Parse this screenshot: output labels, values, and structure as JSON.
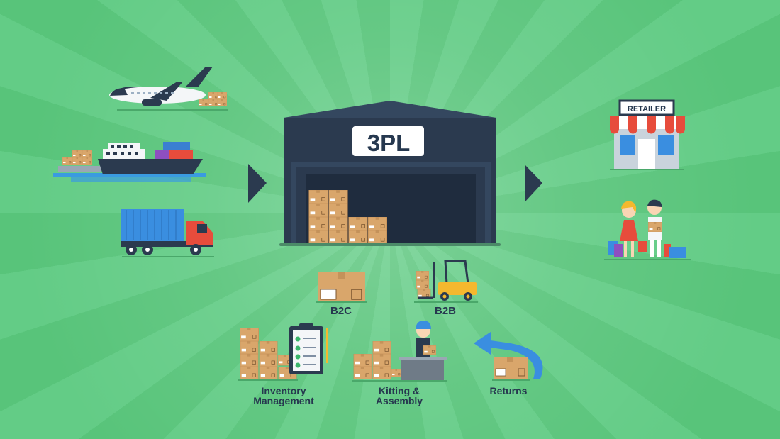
{
  "warehouse": {
    "sign": "3PL"
  },
  "retailer": {
    "sign": "RETAILER"
  },
  "services": {
    "b2c": "B2C",
    "b2b": "B2B",
    "inventory_line1": "Inventory",
    "inventory_line2": "Management",
    "kitting_line1": "Kitting &",
    "kitting_line2": "Assembly",
    "returns": "Returns"
  },
  "colors": {
    "background": "#5cc87e",
    "warehouse": "#2b3a4f",
    "box": "#d9a66b",
    "label": "#26384f"
  }
}
